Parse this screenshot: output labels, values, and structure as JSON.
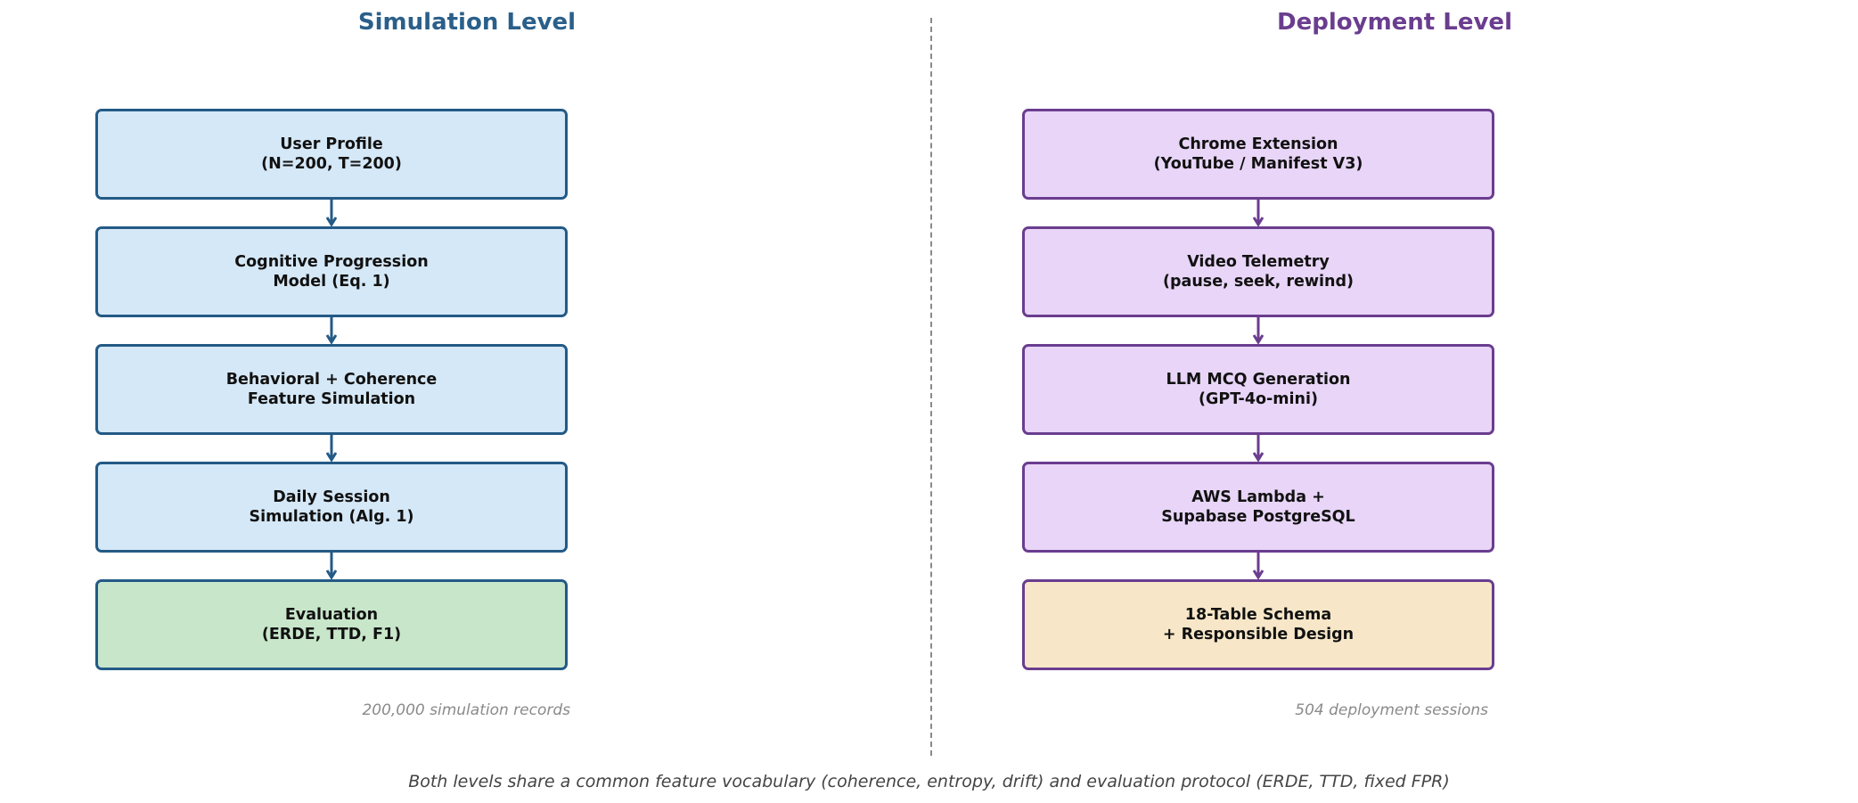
{
  "simulation": {
    "title": "Simulation Level",
    "accent": "#235a86",
    "fill": "#d5e8f7",
    "final_fill": "#c8e6ca",
    "steps": [
      {
        "line1": "User Profile",
        "line2": "(N=200, T=200)"
      },
      {
        "line1": "Cognitive Progression",
        "line2": "Model (Eq. 1)"
      },
      {
        "line1": "Behavioral + Coherence",
        "line2": "Feature Simulation"
      },
      {
        "line1": "Daily Session",
        "line2": "Simulation (Alg. 1)"
      },
      {
        "line1": "Evaluation",
        "line2": "(ERDE, TTD, F1)"
      }
    ],
    "note": "200,000 simulation records"
  },
  "deployment": {
    "title": "Deployment Level",
    "accent": "#6a3d8f",
    "fill": "#e8d5f7",
    "final_fill": "#f7e7c8",
    "steps": [
      {
        "line1": "Chrome Extension",
        "line2": "(YouTube / Manifest V3)"
      },
      {
        "line1": "Video Telemetry",
        "line2": "(pause, seek, rewind)"
      },
      {
        "line1": "LLM MCQ Generation",
        "line2": "(GPT-4o-mini)"
      },
      {
        "line1": "AWS Lambda +",
        "line2": "Supabase PostgreSQL"
      },
      {
        "line1": "18-Table Schema",
        "line2": "+ Responsible Design"
      }
    ],
    "note": "504 deployment sessions"
  },
  "footer": "Both levels share a common feature vocabulary (coherence, entropy, drift) and evaluation protocol (ERDE, TTD, fixed FPR)"
}
